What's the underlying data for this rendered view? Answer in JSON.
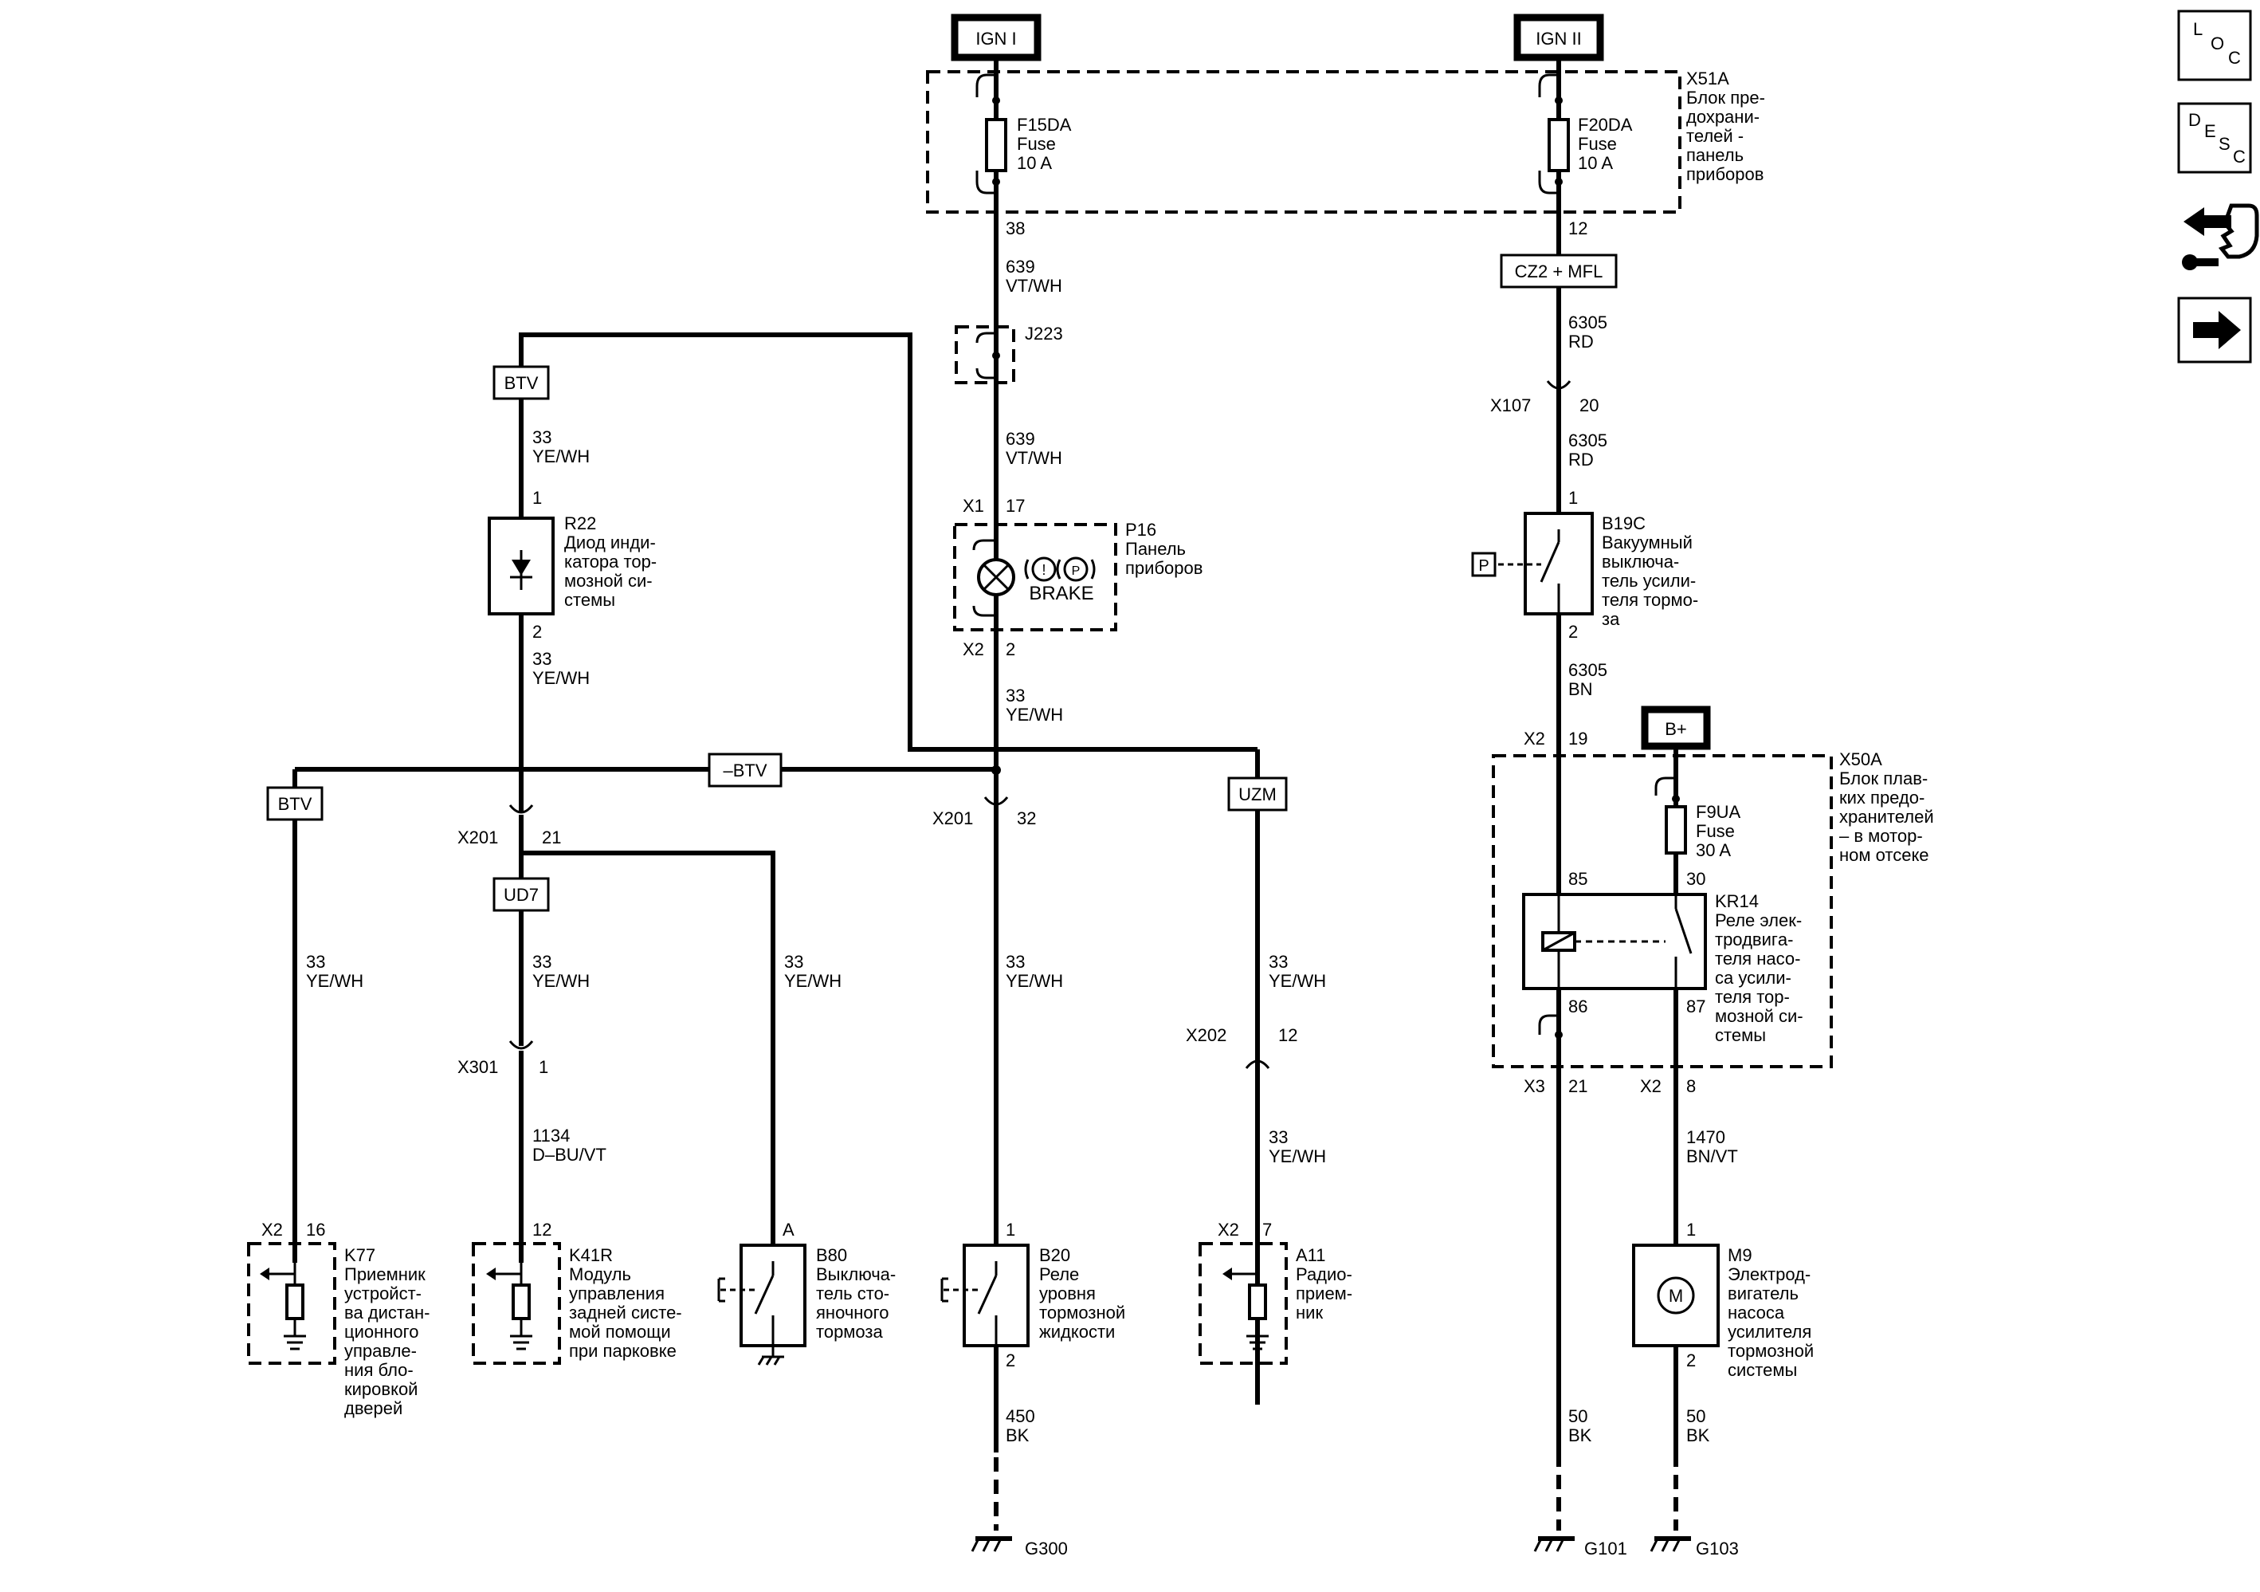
{
  "power": {
    "ign1": "IGN I",
    "ign2": "IGN II",
    "bplus": "B+"
  },
  "fuse_block_top": {
    "id": "X51A",
    "desc": [
      "Блок пре-",
      "дохрани-",
      "телей -",
      "панель",
      "приборов"
    ],
    "f15": [
      "F15DA",
      "Fuse",
      "10 A"
    ],
    "f20": [
      "F20DA",
      "Fuse",
      "10 A"
    ],
    "pin_left": "38",
    "pin_right": "12"
  },
  "fuse_block_engine": {
    "id": "X50A",
    "desc": [
      "Блок плав-",
      "ких предо-",
      "хранителей",
      "– в мотор-",
      "ном отсеке"
    ],
    "f9": [
      "F9UA",
      "Fuse",
      "30 A"
    ],
    "relay": [
      "KR14",
      "Реле элек-",
      "тродвигa-",
      "теля насо-",
      "са усили-",
      "теля тор-",
      "мозной си-",
      "стемы"
    ],
    "pin85": "85",
    "pin86": "86",
    "pin30": "30",
    "pin87": "87",
    "x2_left": "X2",
    "x2_left_pin": "19",
    "x3": "X3",
    "x3_pin": "21",
    "x2_right": "X2",
    "x2_right_pin": "8"
  },
  "tags": {
    "btv_top": "BTV",
    "btv_left": "BTV",
    "btv_mid": "–BTV",
    "ud7": "UD7",
    "uzm": "UZM",
    "cz2": "CZ2 + MFL",
    "p": "P"
  },
  "wires": {
    "w639a": [
      "639",
      "VT/WH"
    ],
    "w639b": [
      "639",
      "VT/WH"
    ],
    "w33_btv1": [
      "33",
      "YE/WH"
    ],
    "w33_btv2": [
      "33",
      "YE/WH"
    ],
    "w33_center": [
      "33",
      "YE/WH"
    ],
    "w33_k77": [
      "33",
      "YE/WH"
    ],
    "w33_ud7": [
      "33",
      "YE/WH"
    ],
    "w33_b80": [
      "33",
      "YE/WH"
    ],
    "w33_b20": [
      "33",
      "YE/WH"
    ],
    "w33_uzm": [
      "33",
      "YE/WH"
    ],
    "w33_a11": [
      "33",
      "YE/WH"
    ],
    "w1134": [
      "1134",
      "D–BU/VT"
    ],
    "w450": [
      "450",
      "BK"
    ],
    "w6305a": [
      "6305",
      "RD"
    ],
    "w6305b": [
      "6305",
      "RD"
    ],
    "w6305c": [
      "6305",
      "BN"
    ],
    "w1470": [
      "1470",
      "BN/VT"
    ],
    "w50a": [
      "50",
      "BK"
    ],
    "w50b": [
      "50",
      "BK"
    ]
  },
  "connectors": {
    "j223": "J223",
    "x1": "X1",
    "x1_pin": "17",
    "x2_p16": "X2",
    "x2_p16_pin": "2",
    "x201a": "X201",
    "x201a_pin": "21",
    "x201b": "X201",
    "x201b_pin": "32",
    "x301": "X301",
    "x301_pin": "1",
    "x202": "X202",
    "x202_pin": "12",
    "x107": "X107",
    "x107_pin": "20"
  },
  "components": {
    "p16": [
      "P16",
      "Панель",
      "приборов"
    ],
    "brake": "BRAKE",
    "r22": [
      "R22",
      "Диод инди-",
      "катора тор-",
      "мозной си-",
      "стемы"
    ],
    "r22_pin1": "1",
    "r22_pin2": "2",
    "b19c": [
      "B19C",
      "Вакуумный",
      "выключа-",
      "тель усили-",
      "теля тормо-",
      "за"
    ],
    "b19c_pin1": "1",
    "b19c_pin2": "2",
    "k77": [
      "K77",
      "Приемник",
      "устройст-",
      "ва дистан-",
      "ционного",
      "управле-",
      "ния бло-",
      "кировкой",
      "дверей"
    ],
    "k77_x2": "X2",
    "k77_pin": "16",
    "k41r": [
      "K41R",
      "Модуль",
      "управления",
      "задней систе-",
      "мой помощи",
      "при парковке"
    ],
    "k41r_pin": "12",
    "b80": [
      "B80",
      "Выключа-",
      "тель сто-",
      "яночного",
      "тормоза"
    ],
    "b80_pin": "A",
    "b20": [
      "B20",
      "Реле",
      "уровня",
      "тормозной",
      "жидкости"
    ],
    "b20_pin1": "1",
    "b20_pin2": "2",
    "a11": [
      "A11",
      "Радио-",
      "прием-",
      "ник"
    ],
    "a11_x2": "X2",
    "a11_pin": "7",
    "m9": [
      "M9",
      "Электрод-",
      "вигатель",
      "насоса",
      "усилителя",
      "тормозной",
      "системы"
    ],
    "m9_pin1": "1",
    "m9_pin2": "2",
    "m_letter": "M"
  },
  "grounds": {
    "g300": "G300",
    "g101": "G101",
    "g103": "G103"
  },
  "side_nav": {
    "loc": [
      "L",
      "O",
      "C"
    ],
    "desc": [
      "D",
      "E",
      "S",
      "C"
    ]
  }
}
